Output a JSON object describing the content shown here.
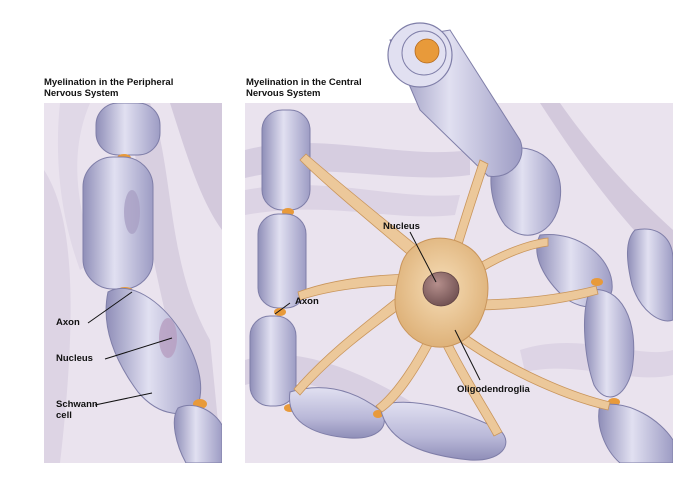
{
  "left_panel": {
    "title_line1": "Myelination in the Peripheral",
    "title_line2": "Nervous System",
    "labels": {
      "axon": "Axon",
      "nucleus": "Nucleus",
      "schwann_line1": "Schwann",
      "schwann_line2": "cell"
    }
  },
  "right_panel": {
    "title_line1": "Myelination in the Central",
    "title_line2": "Nervous System",
    "labels": {
      "nucleus": "Nucleus",
      "axon": "Axon",
      "oligodendroglia": "Oligodendroglia"
    }
  },
  "colors": {
    "panel_bg": "#eae3ee",
    "background_strand": "#d3c9dc",
    "myelin_sheath": "#b9b8d8",
    "myelin_highlight": "#e1e0f1",
    "myelin_outline": "#7f7ea8",
    "node_orange": "#e89a3a",
    "cell_body": "#ecc89a",
    "cell_body_outline": "#c9955b",
    "nucleus": "#8a6b6a"
  }
}
